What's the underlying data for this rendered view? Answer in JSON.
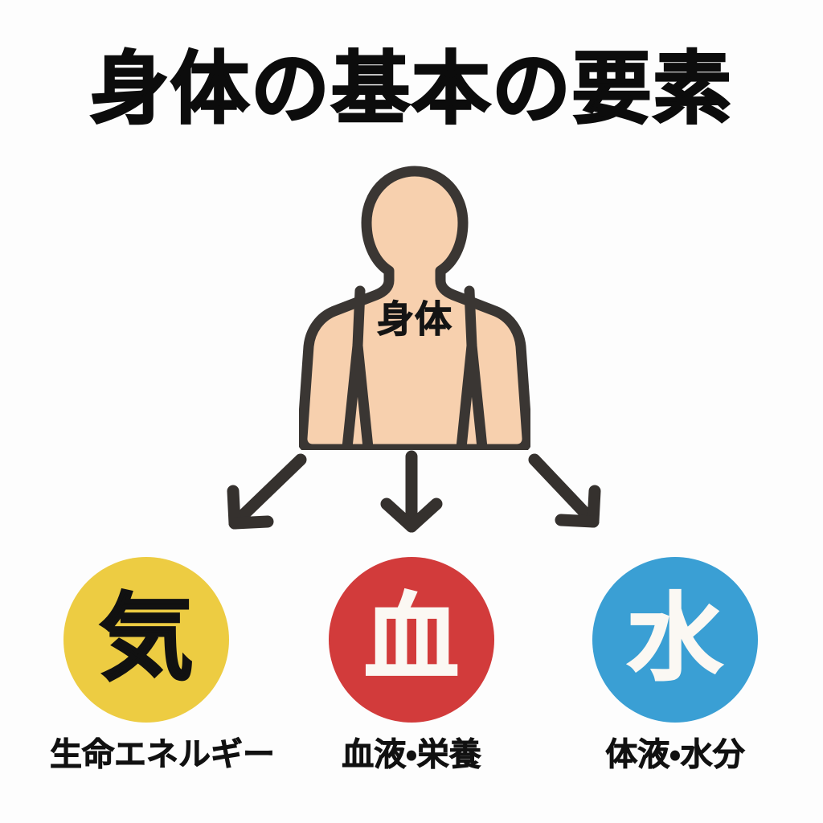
{
  "page": {
    "title": "身体の基本の要素",
    "background_color": "#fdfdfd"
  },
  "figure": {
    "name": "human-body-silhouette",
    "label": "身体",
    "skin_color": "#f7d0ae",
    "outline_color": "#3a3633"
  },
  "arrows": {
    "count": 3,
    "color": "#35312e",
    "directions": [
      "down-left",
      "down",
      "down-right"
    ]
  },
  "elements": [
    {
      "id": "ki",
      "character": "気",
      "label": "生命エネルギー",
      "circle_color": "#edcc42",
      "char_color": "#111111"
    },
    {
      "id": "ketsu",
      "character": "血",
      "label": "血液・栄養",
      "circle_color": "#d23b3b",
      "char_color": "#fbf8f3"
    },
    {
      "id": "sui",
      "character": "水",
      "label": "体液・水分",
      "circle_color": "#3a9fd4",
      "char_color": "#fbf8f3"
    }
  ]
}
